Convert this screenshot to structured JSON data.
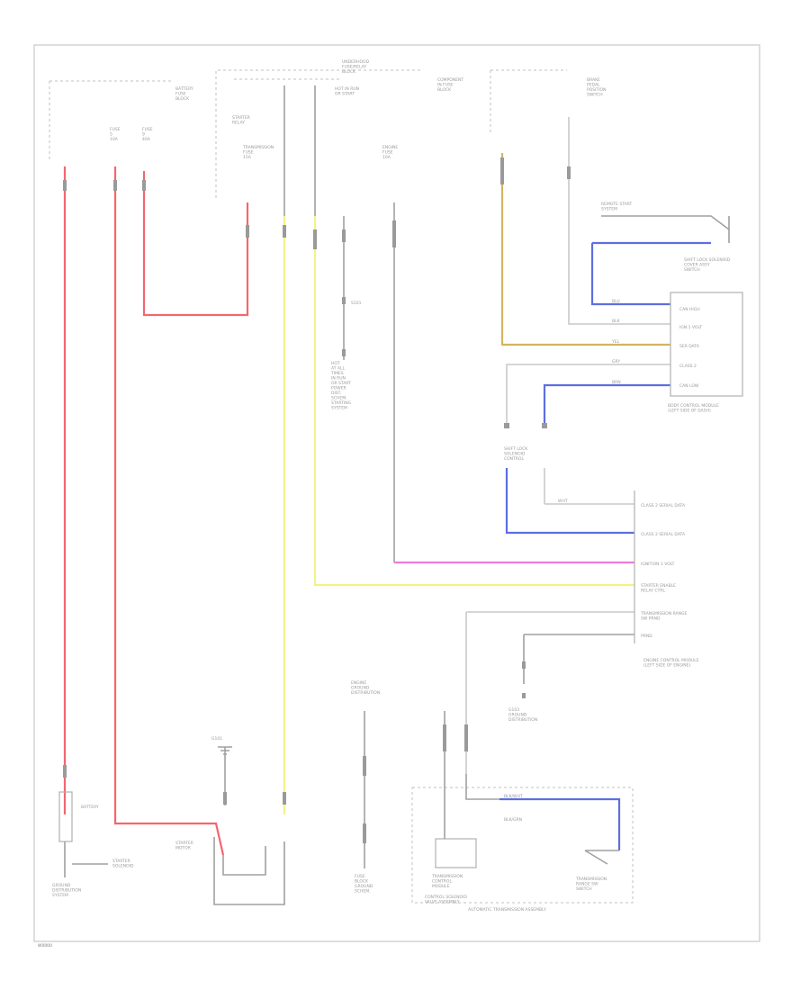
{
  "page": {
    "corner_code": "W0000"
  },
  "top_labels": {
    "fuse_block_left": "BATTERY\nFUSE\nBLOCK",
    "fuse_a": "FUSE\n5\n10A",
    "fuse_b": "FUSE\n9\n40A",
    "fuse_hot_run": "HOT IN RUN\nOR START",
    "relay_center": "UNDERHOOD\nFUSE/RELAY\nBLOCK",
    "starter_relay": "STARTER\nRELAY",
    "transmission_fuse": "TRANSMISSION\nFUSE\n15A",
    "pcm_fuse": "ENGINE\nFUSE\n10A",
    "component_box": "COMPONENT\nIN FUSE\nBLOCK",
    "brake_switch": "BRAKE\nPEDAL\nPOSITION\nSWITCH"
  },
  "right_labels": {
    "remote_start": "REMOTE START\nSYSTEM",
    "wire_labels": [
      "BLK",
      "YEL",
      "BLU",
      "GRY",
      "BRN",
      "WHT"
    ],
    "neutral_switch": "SHIFT LOCK SOLENOID\nCOVER ASSY\nSWITCH",
    "bcm_pins": [
      "CAN HIGH",
      "IGN 1 VOLT",
      "SER DATA",
      "CLASS 2",
      "CAN LOW"
    ],
    "body_module": "BODY CONTROL MODULE\n(LEFT SIDE OF DASH)",
    "shift_lock": "SHIFT LOCK\nSOLENOID\nCONTROL",
    "ecm_pins": [
      "CLASS 2 SERIAL DATA",
      "CLASS 2 SERIAL DATA",
      "IGNITION 1 VOLT",
      "STARTER ENABLE\nRELAY CTRL",
      "TRANSMISSION RANGE\nSW PRND",
      "PRND"
    ],
    "ecm_name": "ENGINE CONTROL MODULE\n(LEFT SIDE OF ENGINE)",
    "ground_ecm": "G103\nGROUND\nDISTRIBUTION"
  },
  "mid_labels": {
    "center_note": "HOT\nAT ALL\nTIMES\nIN RUN\nOR START\nPOWER\nDIST.\nSCHEM.\nSTARTING\nSYSTEM",
    "s_label": "S101",
    "ground_label": "G101"
  },
  "bottom_labels": {
    "battery": "BATTERY",
    "starter_motor": "STARTER\nMOTOR",
    "starter_note": "STARTER\nSOLENOID",
    "ground_dist": "GROUND\nDISTRIBUTION\nSYSTEM",
    "fuse_block_ground": "FUSE\nBLOCK\nGROUND\nSCHEM.",
    "trans_module": "TRANSMISSION\nCONTROL\nMODULE",
    "control_solenoid": "CONTROL SOLENOID\nVALVE ASSEMBLY",
    "range_switch": "TRANSMISSION\nRANGE SW\nSWITCH",
    "auto_trans": "AUTOMATIC TRANSMISSION ASSEMBLY",
    "wire_codes": [
      "BLK/WHT",
      "BLK/GRN"
    ],
    "engine_ground": "ENGINE\nGROUND\nDISTRIBUTION"
  }
}
